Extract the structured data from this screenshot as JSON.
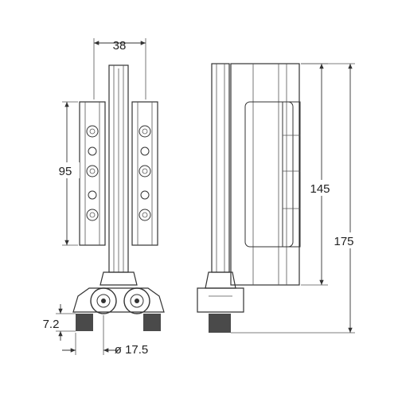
{
  "dimensions": {
    "width_top": "38",
    "height_left": "95",
    "height_right_inner": "145",
    "height_right_outer": "175",
    "wheel_height": "7.2",
    "wheel_diameter": "ø 17.5"
  },
  "colors": {
    "line": "#333333",
    "wheel_dark": "#4a4a4a",
    "paper": "#ffffff"
  }
}
